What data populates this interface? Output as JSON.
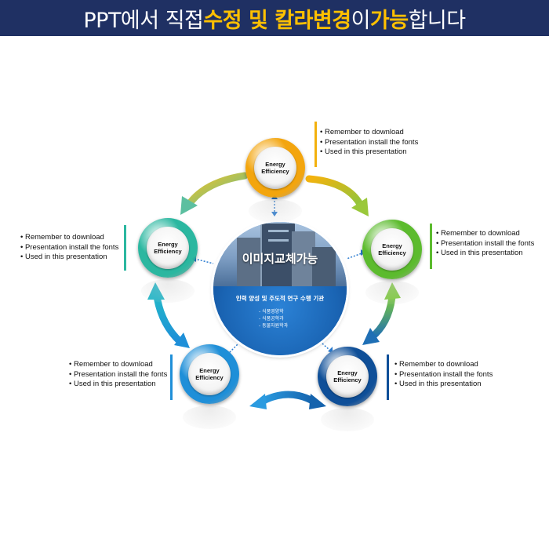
{
  "banner": {
    "part1": "PPT에서 직접 ",
    "part2": "수정 및 칼라변경",
    "part3": "이 ",
    "part4": "가능",
    "part5": "합니다"
  },
  "center": {
    "title": "이미지교체가능",
    "subtitle": "인력 양성 및 주도적 연구 수행 기관",
    "items": [
      "- 식품영양학",
      "- 식품공학과",
      "- 동물자원학과"
    ]
  },
  "nodes": [
    {
      "id": "top",
      "line1": "Energy",
      "line2": "Efficiency",
      "ring_color": "#f3a50e",
      "bullets": [
        "Remember to download",
        "Presentation install the fonts",
        "Used in this presentation"
      ]
    },
    {
      "id": "right",
      "line1": "Energy",
      "line2": "Efficiency",
      "ring_color": "#5cbb2e",
      "bullets": [
        "Remember to download",
        "Presentation install the fonts",
        "Used in this presentation"
      ]
    },
    {
      "id": "bottom-right",
      "line1": "Energy",
      "line2": "Efficiency",
      "ring_color": "#0f4f98",
      "bullets": [
        "Remember to download",
        "Presentation install the fonts",
        "Used in this presentation"
      ]
    },
    {
      "id": "bottom-left",
      "line1": "Energy",
      "line2": "Efficiency",
      "ring_color": "#1f8fd8",
      "bullets": [
        "Remember to download",
        "Presentation install the fonts",
        "Used in this presentation"
      ]
    },
    {
      "id": "left",
      "line1": "Energy",
      "line2": "Efficiency",
      "ring_color": "#2bb7a0",
      "bullets": [
        "Remember to download",
        "Presentation install the fonts",
        "Used in this presentation"
      ]
    }
  ]
}
